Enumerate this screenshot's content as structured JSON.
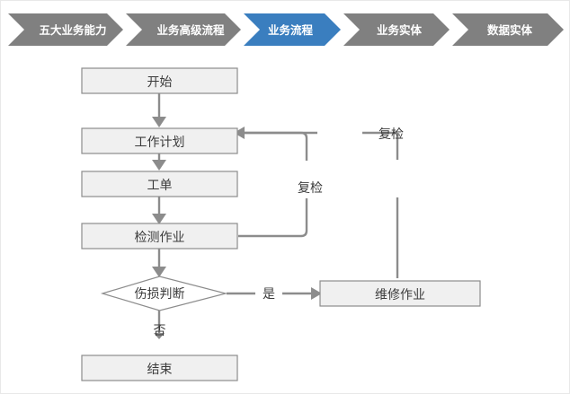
{
  "colors": {
    "chevron_inactive": "#808080",
    "chevron_active": "#3a7ebf",
    "chevron_text": "#ffffff",
    "node_fill": "#f0f0f0",
    "node_stroke": "#8c8c8c",
    "edge_stroke": "#8c8c8c",
    "text": "#3b3b3b",
    "page_background": "#ffffff"
  },
  "breadcrumb": {
    "name": "business-architecture-levels",
    "steps": [
      {
        "label": "五大业务能力",
        "active": false
      },
      {
        "label": "业务高级流程",
        "active": false
      },
      {
        "label": "业务流程",
        "active": true
      },
      {
        "label": "业务实体",
        "active": false
      },
      {
        "label": "数据实体",
        "active": false
      }
    ]
  },
  "flowchart": {
    "type": "flowchart",
    "nodes": [
      {
        "id": "start",
        "label": "开始",
        "shape": "rect"
      },
      {
        "id": "work_plan",
        "label": "工作计划",
        "shape": "rect"
      },
      {
        "id": "work_order",
        "label": "工单",
        "shape": "rect"
      },
      {
        "id": "inspection",
        "label": "检测作业",
        "shape": "rect"
      },
      {
        "id": "damage",
        "label": "伤损判断",
        "shape": "diamond"
      },
      {
        "id": "repair",
        "label": "维修作业",
        "shape": "rect"
      },
      {
        "id": "end",
        "label": "结束",
        "shape": "rect"
      }
    ],
    "edge_labels": {
      "recheck_inner": "复检",
      "recheck_outer": "复检",
      "yes": "是",
      "no": "否"
    },
    "edges": [
      {
        "from": "start",
        "to": "work_plan",
        "label": ""
      },
      {
        "from": "work_plan",
        "to": "work_order",
        "label": ""
      },
      {
        "from": "work_order",
        "to": "inspection",
        "label": ""
      },
      {
        "from": "inspection",
        "to": "damage",
        "label": ""
      },
      {
        "from": "inspection",
        "to": "work_plan",
        "label": "复检"
      },
      {
        "from": "damage",
        "to": "repair",
        "label": "是"
      },
      {
        "from": "damage",
        "to": "end",
        "label": "否"
      },
      {
        "from": "repair",
        "to": "work_plan",
        "label": "复检"
      }
    ]
  }
}
